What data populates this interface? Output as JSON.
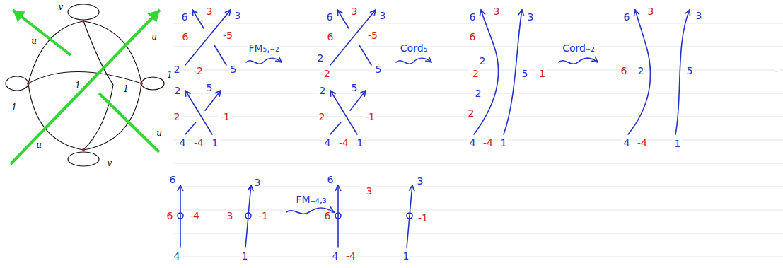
{
  "diagram": {
    "labels": [
      "v",
      "u",
      "u",
      "1",
      "1",
      "1",
      "1",
      "u",
      "u",
      "v",
      "6",
      "3",
      "3",
      "6",
      "-5",
      "2",
      "-2",
      "5",
      "2",
      "5",
      "2",
      "-1",
      "4",
      "-4",
      "1",
      "FM₅,₋₂",
      "6",
      "3",
      "3",
      "6",
      "-5",
      "2",
      "-2",
      "5",
      "2",
      "5",
      "2",
      "-1",
      "4",
      "-4",
      "1",
      "Cord₅",
      "6",
      "3",
      "3",
      "6",
      "2",
      "-2",
      "5",
      "-1",
      "2",
      "2",
      "4",
      "-4",
      "1",
      "Cord₋₂",
      "6",
      "3",
      "3",
      "6",
      "2",
      "5",
      "-",
      "4",
      "-4",
      "1",
      "6",
      "6",
      "-4",
      "3",
      "-1",
      "3",
      "4",
      "1",
      "FM₋₄,₃",
      "6",
      "3",
      "3",
      "6",
      "-1",
      "4",
      "-4",
      "1"
    ]
  }
}
